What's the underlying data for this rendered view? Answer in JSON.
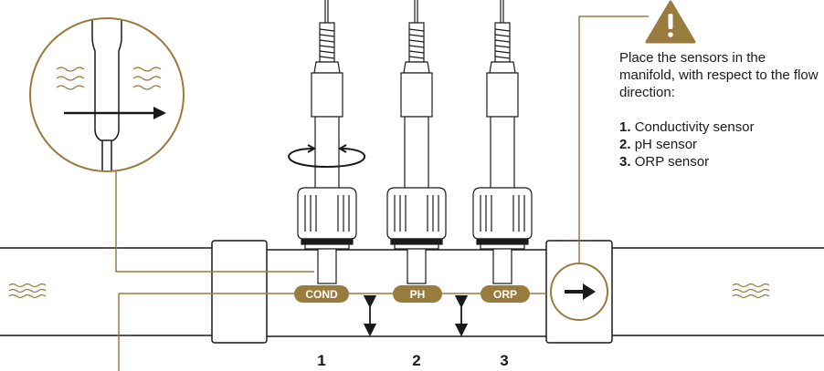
{
  "warning": {
    "icon": "warning-triangle-icon",
    "text": "Place the sensors in the manifold, with respect to the flow direction:",
    "items": [
      {
        "number": "1.",
        "label": "Conductivity sensor"
      },
      {
        "number": "2.",
        "label": "pH sensor"
      },
      {
        "number": "3.",
        "label": "ORP sensor"
      }
    ]
  },
  "sensors": [
    {
      "tag": "COND",
      "position": "1"
    },
    {
      "tag": "PH",
      "position": "2"
    },
    {
      "tag": "ORP",
      "position": "3"
    }
  ],
  "icons": {
    "flow": "flow-direction-arrow-icon",
    "rotation": "rotate-icon",
    "depth": "insertion-depth-arrow-icon",
    "water": "water-waves-icon"
  },
  "colors": {
    "accent": "#9a7b3e",
    "line": "#1a1a1a",
    "background": "#ffffff"
  }
}
